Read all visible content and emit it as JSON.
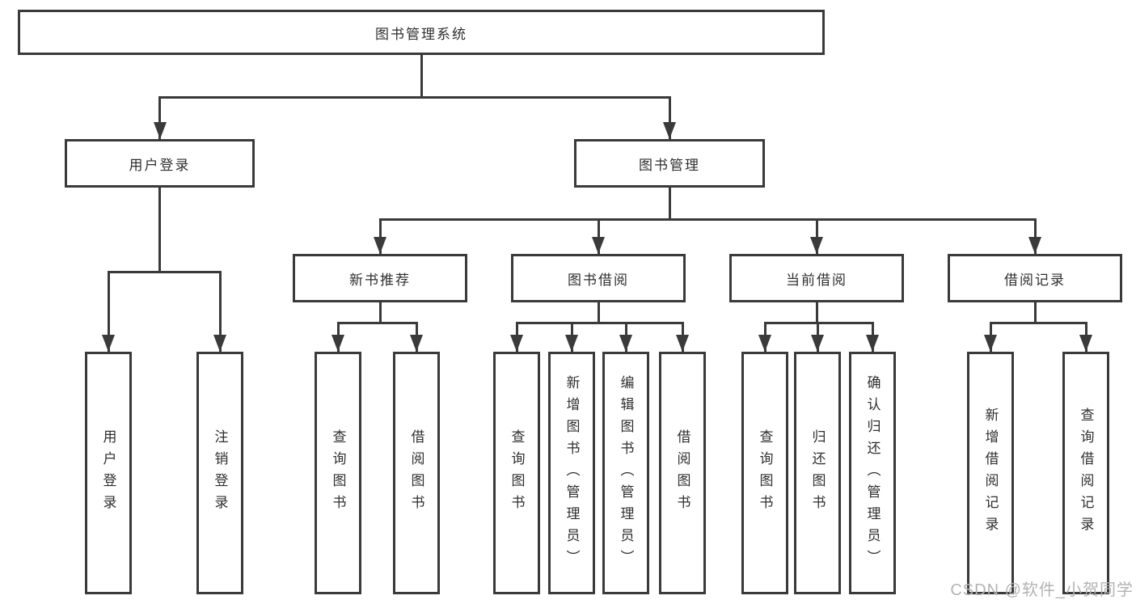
{
  "diagram_type": "hierarchy-flowchart",
  "colors": {
    "line": "#3a3a3a",
    "text": "#2f2f2f",
    "box_background": "#ffffff",
    "page_background": "#ffffff",
    "watermark": "#b3b3b3"
  },
  "tree": {
    "root": {
      "label": "图书管理系统"
    },
    "children": [
      {
        "label": "用户登录",
        "children": [
          {
            "label": "用户登录"
          },
          {
            "label": "注销登录"
          }
        ]
      },
      {
        "label": "图书管理",
        "children": [
          {
            "label": "新书推荐",
            "children": [
              {
                "label": "查询图书"
              },
              {
                "label": "借阅图书"
              }
            ]
          },
          {
            "label": "图书借阅",
            "children": [
              {
                "label": "查询图书"
              },
              {
                "label": "新增图书（管理员）"
              },
              {
                "label": "编辑图书（管理员）"
              },
              {
                "label": "借阅图书"
              }
            ]
          },
          {
            "label": "当前借阅",
            "children": [
              {
                "label": "查询图书"
              },
              {
                "label": "归还图书"
              },
              {
                "label": "确认归还（管理员）"
              }
            ]
          },
          {
            "label": "借阅记录",
            "children": [
              {
                "label": "新增借阅记录"
              },
              {
                "label": "查询借阅记录"
              }
            ]
          }
        ]
      }
    ]
  },
  "watermark": {
    "text": "CSDN @软件_小贺同学"
  }
}
